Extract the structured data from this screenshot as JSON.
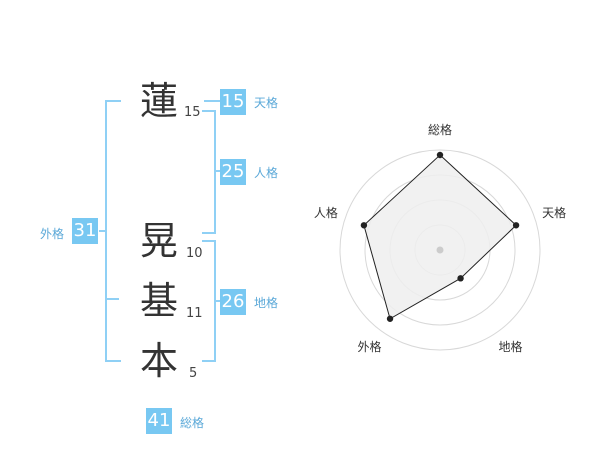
{
  "name_chars": [
    {
      "char": "蓮",
      "strokes": "15"
    },
    {
      "char": "晃",
      "strokes": "10"
    },
    {
      "char": "基",
      "strokes": "11"
    },
    {
      "char": "本",
      "strokes": "5"
    }
  ],
  "kakusu": {
    "tenkaku": {
      "value": "15",
      "label": "天格"
    },
    "jinkaku": {
      "value": "25",
      "label": "人格"
    },
    "chikaku": {
      "value": "26",
      "label": "地格"
    },
    "gaikaku": {
      "value": "31",
      "label": "外格"
    },
    "soukaku": {
      "value": "41",
      "label": "総格"
    }
  },
  "chart_data": {
    "type": "radar",
    "axes": [
      "総格",
      "天格",
      "地格",
      "外格",
      "人格"
    ],
    "values": [
      0.95,
      0.8,
      0.35,
      0.85,
      0.8
    ],
    "rings": 4,
    "colors": {
      "fill": "#eeeeee",
      "ring": "#d8d8d8",
      "line": "#222222",
      "center": "#cccccc"
    }
  }
}
